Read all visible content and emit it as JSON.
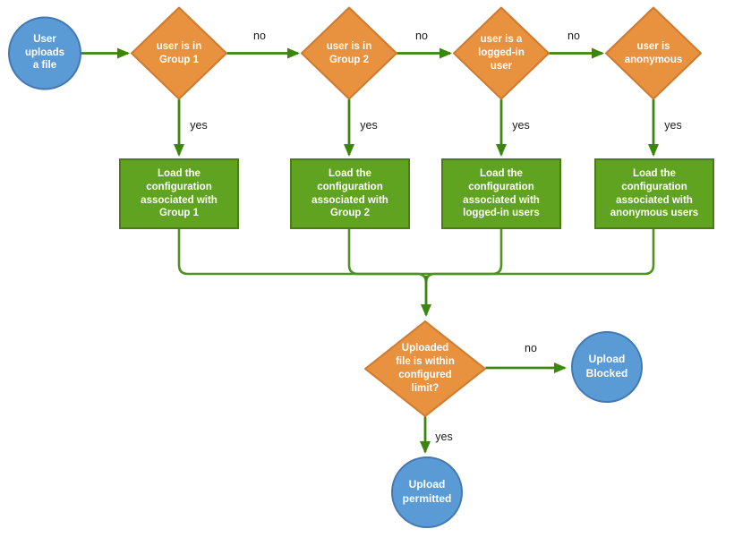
{
  "diagram": {
    "background": "#ffffff",
    "colors": {
      "terminal_fill": "#5B9BD5",
      "terminal_stroke": "#4478B4",
      "decision_fill": "#E8913E",
      "decision_stroke": "#CE7B30",
      "process_fill": "#60A321",
      "process_stroke": "#4C7D14",
      "arrow": "#3B860D",
      "connector": "#4F9222",
      "node_text": "#FFFFFF",
      "edge_label_text": "#1A1A1A"
    },
    "nodes": {
      "start": {
        "label": "User\nuploads\na file"
      },
      "group1": {
        "label": "user is in\nGroup 1"
      },
      "group2": {
        "label": "user is in\nGroup 2"
      },
      "logged_in": {
        "label": "user is a\nlogged-in\nuser"
      },
      "anonymous": {
        "label": "user is\nanonymous"
      },
      "config_group1": {
        "label": "Load the\nconfiguration\nassociated with\nGroup 1"
      },
      "config_group2": {
        "label": "Load the\nconfiguration\nassociated with\nGroup 2"
      },
      "config_logged_in": {
        "label": "Load the\nconfiguration\nassociated with\nlogged-in users"
      },
      "config_anonymous": {
        "label": "Load the\nconfiguration\nassociated with\nanonymous users"
      },
      "limit_check": {
        "label": "Uploaded\nfile is within\nconfigured\nlimit?"
      },
      "upload_blocked": {
        "label": "Upload\nBlocked"
      },
      "upload_permitted": {
        "label": "Upload\npermitted"
      }
    },
    "edge_labels": {
      "group1_no": "no",
      "group2_no": "no",
      "logged_in_no": "no",
      "group1_yes": "yes",
      "group2_yes": "yes",
      "logged_in_yes": "yes",
      "anonymous_yes": "yes",
      "limit_no": "no",
      "limit_yes": "yes"
    }
  }
}
